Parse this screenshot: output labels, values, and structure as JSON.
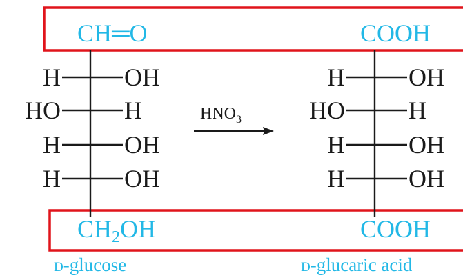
{
  "reactant": {
    "top_group": "CH═O",
    "rows": [
      {
        "left": "H",
        "right": "OH"
      },
      {
        "left": "HO",
        "right": "H"
      },
      {
        "left": "H",
        "right": "OH"
      },
      {
        "left": "H",
        "right": "OH"
      }
    ],
    "bottom_group_main": "CH",
    "bottom_group_sub": "2",
    "bottom_group_end": "OH",
    "name_prefix": "D",
    "name_rest": "-glucose"
  },
  "reagent": {
    "main": "HNO",
    "sub": "3"
  },
  "product": {
    "top_group": "COOH",
    "rows": [
      {
        "left": "H",
        "right": "OH"
      },
      {
        "left": "HO",
        "right": "H"
      },
      {
        "left": "H",
        "right": "OH"
      },
      {
        "left": "H",
        "right": "OH"
      }
    ],
    "bottom_group": "COOH",
    "name_prefix": "D",
    "name_rest": "-glucaric acid"
  },
  "colors": {
    "highlight_box": "#e0141b",
    "functional_group": "#22b8e6",
    "structure": "#1a1a1a"
  }
}
